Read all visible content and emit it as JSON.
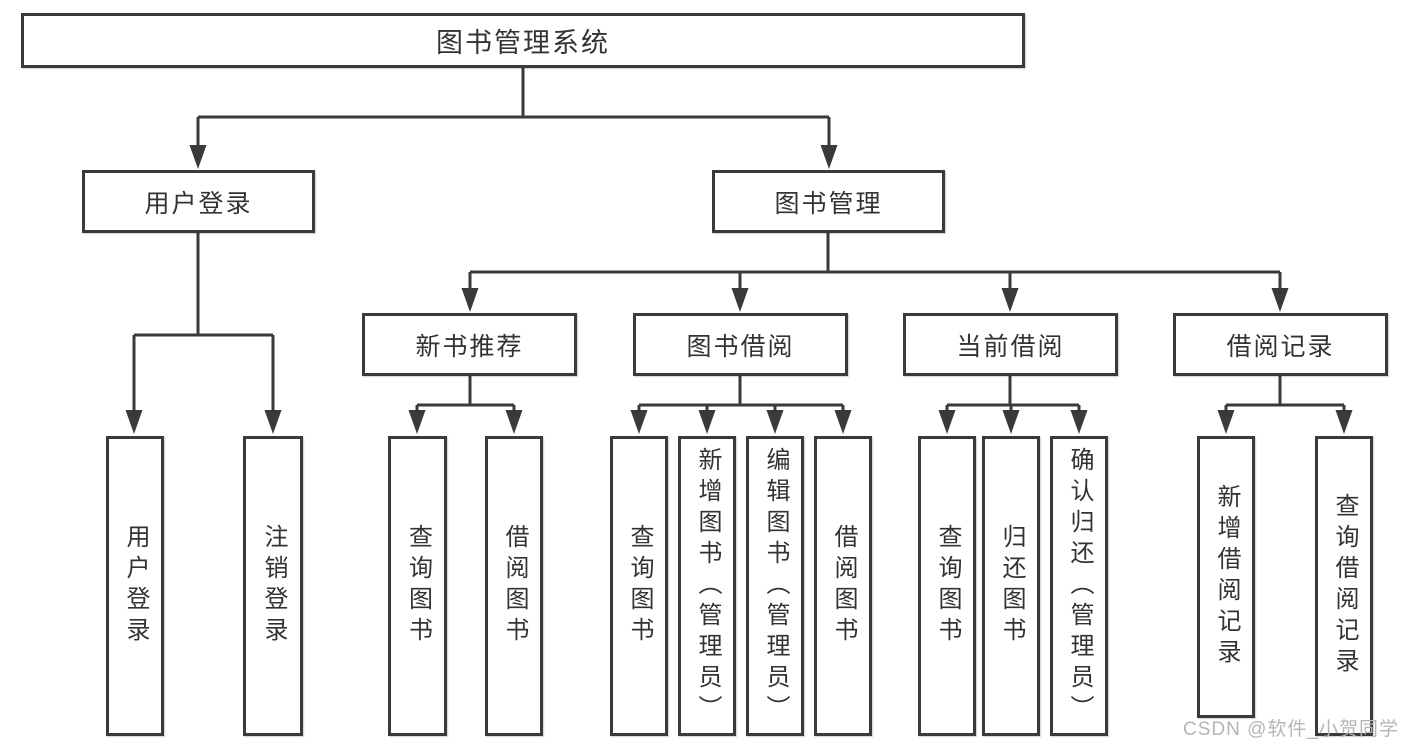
{
  "colors": {
    "line": "#3a3a3a",
    "text": "#333333",
    "box_fill": "#ffffff",
    "background": "#ffffff",
    "watermark": "#b5b5b5"
  },
  "tree": {
    "root": {
      "label": "图书管理系统"
    },
    "branches": [
      {
        "label": "用户登录",
        "children": [
          {
            "label": "用户登录"
          },
          {
            "label": "注销登录"
          }
        ]
      },
      {
        "label": "图书管理",
        "children": [
          {
            "label": "新书推荐",
            "children": [
              {
                "label": "查询图书"
              },
              {
                "label": "借阅图书"
              }
            ]
          },
          {
            "label": "图书借阅",
            "children": [
              {
                "label": "查询图书"
              },
              {
                "label": "新增图书（管理员）"
              },
              {
                "label": "编辑图书（管理员）"
              },
              {
                "label": "借阅图书"
              }
            ]
          },
          {
            "label": "当前借阅",
            "children": [
              {
                "label": "查询图书"
              },
              {
                "label": "归还图书"
              },
              {
                "label": "确认归还（管理员）"
              }
            ]
          },
          {
            "label": "借阅记录",
            "children": [
              {
                "label": "新增借阅记录"
              },
              {
                "label": "查询借阅记录"
              }
            ]
          }
        ]
      }
    ]
  },
  "watermark": {
    "text": "CSDN @软件_小贺同学"
  }
}
